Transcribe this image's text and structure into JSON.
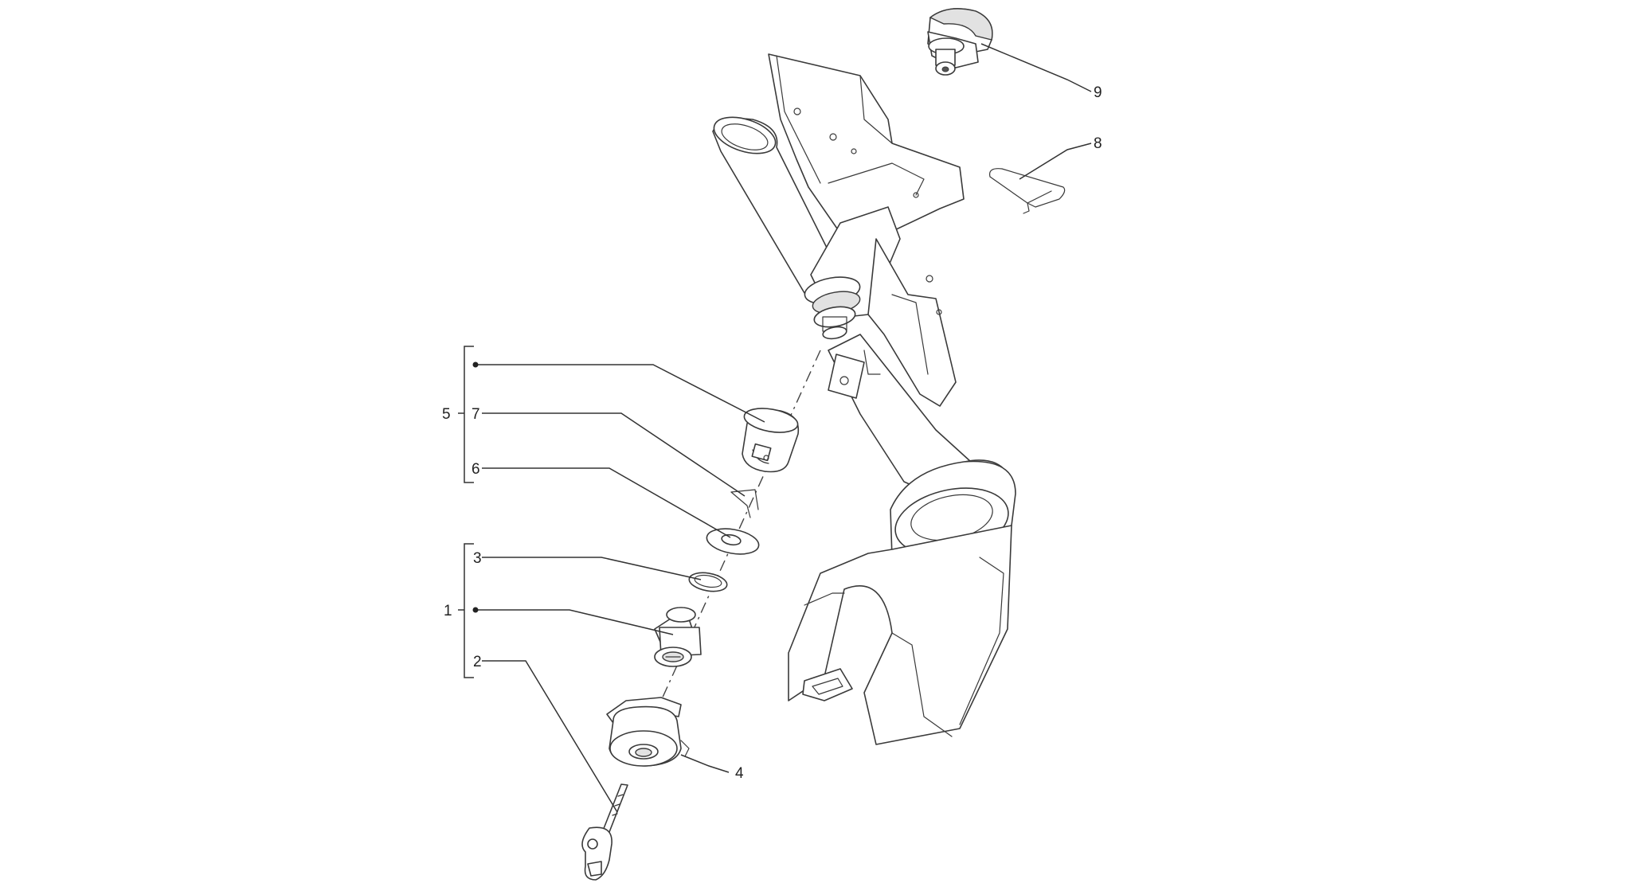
{
  "diagram": {
    "callouts": [
      {
        "id": "1",
        "label": "1"
      },
      {
        "id": "2",
        "label": "2"
      },
      {
        "id": "3",
        "label": "3"
      },
      {
        "id": "4",
        "label": "4"
      },
      {
        "id": "5",
        "label": "5"
      },
      {
        "id": "6",
        "label": "6"
      },
      {
        "id": "7",
        "label": "7"
      },
      {
        "id": "8",
        "label": "8"
      },
      {
        "id": "9",
        "label": "9"
      }
    ],
    "colors": {
      "line": "#3a3a3a",
      "background": "#ffffff",
      "shade": "#e2e2e2"
    }
  }
}
